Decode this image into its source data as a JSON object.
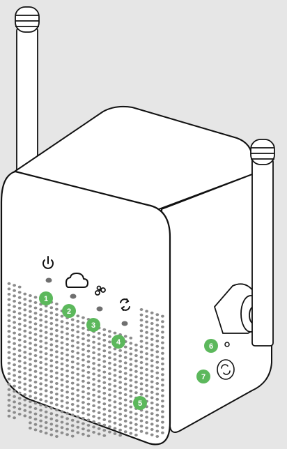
{
  "colors": {
    "background": "#e6e6e6",
    "device_body": "#ffffff",
    "outline": "#111111",
    "vent_dots": "#8c8c8c",
    "led": "#6f6f6f",
    "callout": "#5cb85c",
    "callout_text": "#ffffff"
  },
  "icons": {
    "power": "power-icon",
    "internet": "cloud-icon",
    "wifi_link": "link-icon",
    "wps": "wps-icon",
    "wps_button": "wps-button-icon"
  },
  "callouts": [
    {
      "id": "1",
      "label": "1",
      "target": "power-led"
    },
    {
      "id": "2",
      "label": "2",
      "target": "internet-led"
    },
    {
      "id": "3",
      "label": "3",
      "target": "link-led"
    },
    {
      "id": "4",
      "label": "4",
      "target": "wps-led"
    },
    {
      "id": "5",
      "label": "5",
      "target": "speaker-grille"
    },
    {
      "id": "6",
      "label": "6",
      "target": "reset-pinhole"
    },
    {
      "id": "7",
      "label": "7",
      "target": "wps-button"
    }
  ]
}
